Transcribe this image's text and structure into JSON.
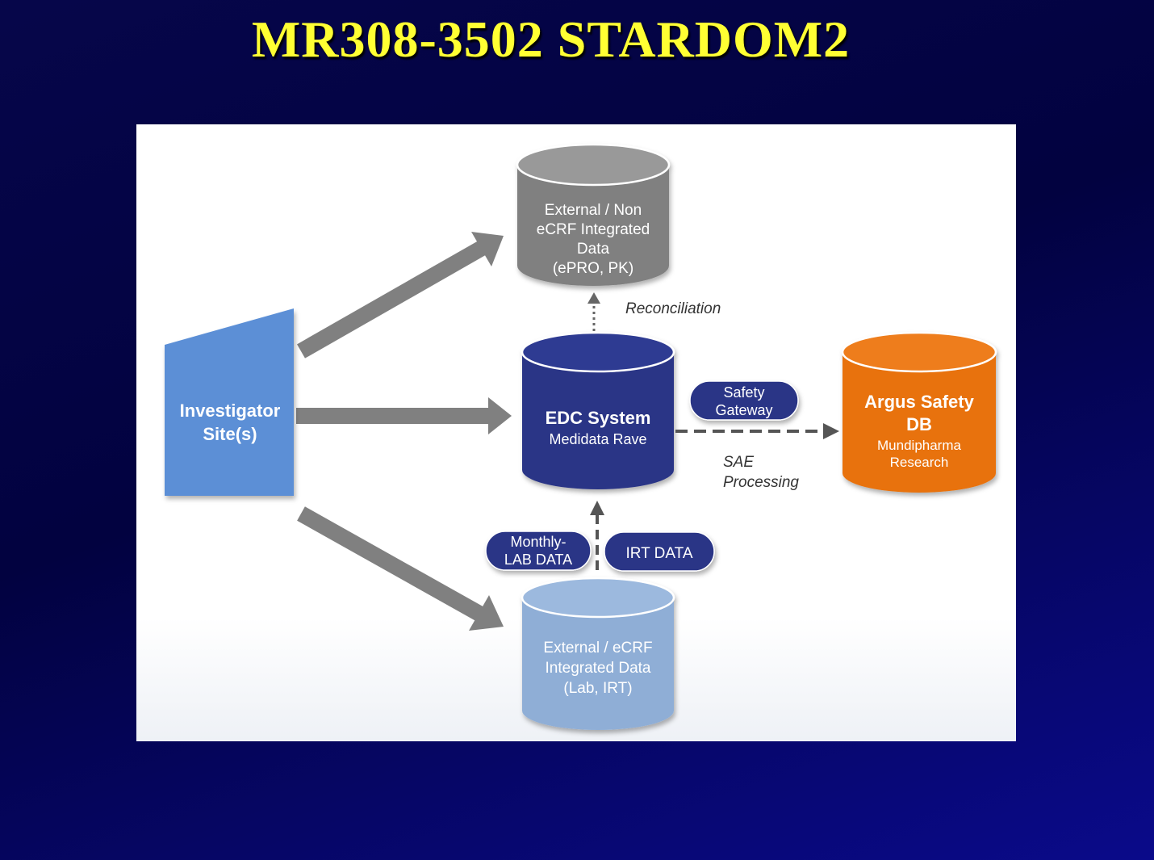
{
  "title": "MR308-3502 STARDOM2",
  "diagram": {
    "investigator": {
      "line1": "Investigator",
      "line2": "Site(s)"
    },
    "external_non_ecrf": {
      "line1": "External / Non",
      "line2": "eCRF Integrated",
      "line3": "Data",
      "line4": "(ePRO,  PK)"
    },
    "edc": {
      "line1": "EDC System",
      "line2": "Medidata Rave"
    },
    "argus": {
      "line1": "Argus Safety",
      "line2": "DB",
      "line3": "Mundipharma",
      "line4": "Research"
    },
    "external_ecrf": {
      "line1": "External / eCRF",
      "line2": "Integrated Data",
      "line3": "(Lab, IRT)"
    },
    "reconciliation_label": "Reconciliation",
    "safety_gateway": {
      "line1": "Safety",
      "line2": "Gateway"
    },
    "sae_processing": {
      "line1": "SAE",
      "line2": "Processing"
    },
    "monthly_lab": {
      "line1": "Monthly-",
      "line2": "LAB DATA"
    },
    "irt_data": "IRT DATA"
  },
  "colors": {
    "title": "#ffff33",
    "investigator": "#5b8fd6",
    "external_gray": "#808080",
    "edc_navy": "#2b3486",
    "argus_orange": "#e8720c",
    "external_lightblue": "#8faed6",
    "arrow_gray": "#808080",
    "dashed": "#555555"
  }
}
